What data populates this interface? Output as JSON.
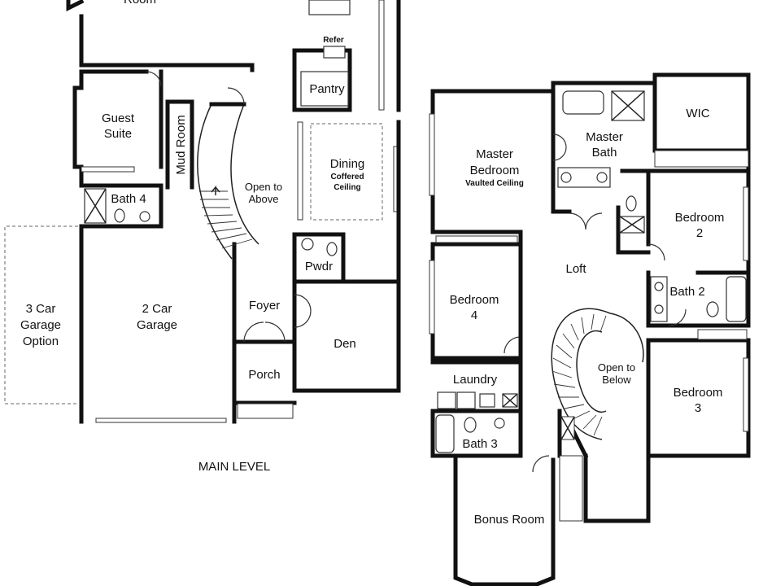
{
  "plan": {
    "main_level_title": "MAIN LEVEL",
    "main_rooms": {
      "room_top": "Room",
      "guest_suite_1": "Guest",
      "guest_suite_2": "Suite",
      "mud_room": "Mud Room",
      "bath4": "Bath 4",
      "open_above_1": "Open to",
      "open_above_2": "Above",
      "pantry": "Pantry",
      "refer": "Refer",
      "dining": "Dining",
      "coffered_1": "Coffered",
      "coffered_2": "Ceiling",
      "pwdr": "Pwdr",
      "garage_option_1": "3 Car",
      "garage_option_2": "Garage",
      "garage_option_3": "Option",
      "garage_1": "2 Car",
      "garage_2": "Garage",
      "foyer": "Foyer",
      "den": "Den",
      "porch": "Porch"
    },
    "upper_rooms": {
      "master_bed_1": "Master",
      "master_bed_2": "Bedroom",
      "vaulted": "Vaulted Ceiling",
      "master_bath_1": "Master",
      "master_bath_2": "Bath",
      "wic": "WIC",
      "bedroom2_1": "Bedroom",
      "bedroom2_2": "2",
      "loft": "Loft",
      "bedroom4_1": "Bedroom",
      "bedroom4_2": "4",
      "bath2": "Bath 2",
      "open_below_1": "Open to",
      "open_below_2": "Below",
      "laundry": "Laundry",
      "bedroom3_1": "Bedroom",
      "bedroom3_2": "3",
      "bath3": "Bath 3",
      "bonus": "Bonus Room"
    }
  }
}
